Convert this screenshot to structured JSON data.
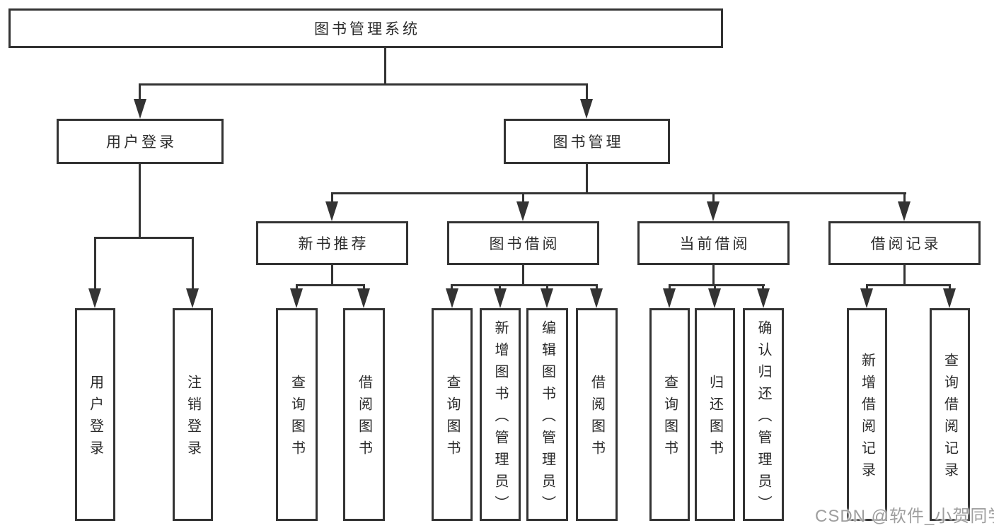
{
  "colors": {
    "line": "#333333",
    "text": "#2b2b2b",
    "box-bg": "#ffffff",
    "page-bg": "#ffffff",
    "watermark": "#9e9e9e"
  },
  "tree": {
    "root": {
      "label": "图书管理系统"
    },
    "branches": [
      {
        "label": "用户登录",
        "children": [
          {
            "label": "用户登录"
          },
          {
            "label": "注销登录"
          }
        ]
      },
      {
        "label": "图书管理",
        "children": [
          {
            "label": "新书推荐",
            "children": [
              {
                "label": "查询图书"
              },
              {
                "label": "借阅图书"
              }
            ]
          },
          {
            "label": "图书借阅",
            "children": [
              {
                "label": "查询图书"
              },
              {
                "label": "新增图书（管理员）"
              },
              {
                "label": "编辑图书（管理员）"
              },
              {
                "label": "借阅图书"
              }
            ]
          },
          {
            "label": "当前借阅",
            "children": [
              {
                "label": "查询图书"
              },
              {
                "label": "归还图书"
              },
              {
                "label": "确认归还（管理员）"
              }
            ]
          },
          {
            "label": "借阅记录",
            "children": [
              {
                "label": "新增借阅记录"
              },
              {
                "label": "查询借阅记录"
              }
            ]
          }
        ]
      }
    ]
  },
  "watermark": {
    "text": "CSDN @软件_小贺同学"
  }
}
